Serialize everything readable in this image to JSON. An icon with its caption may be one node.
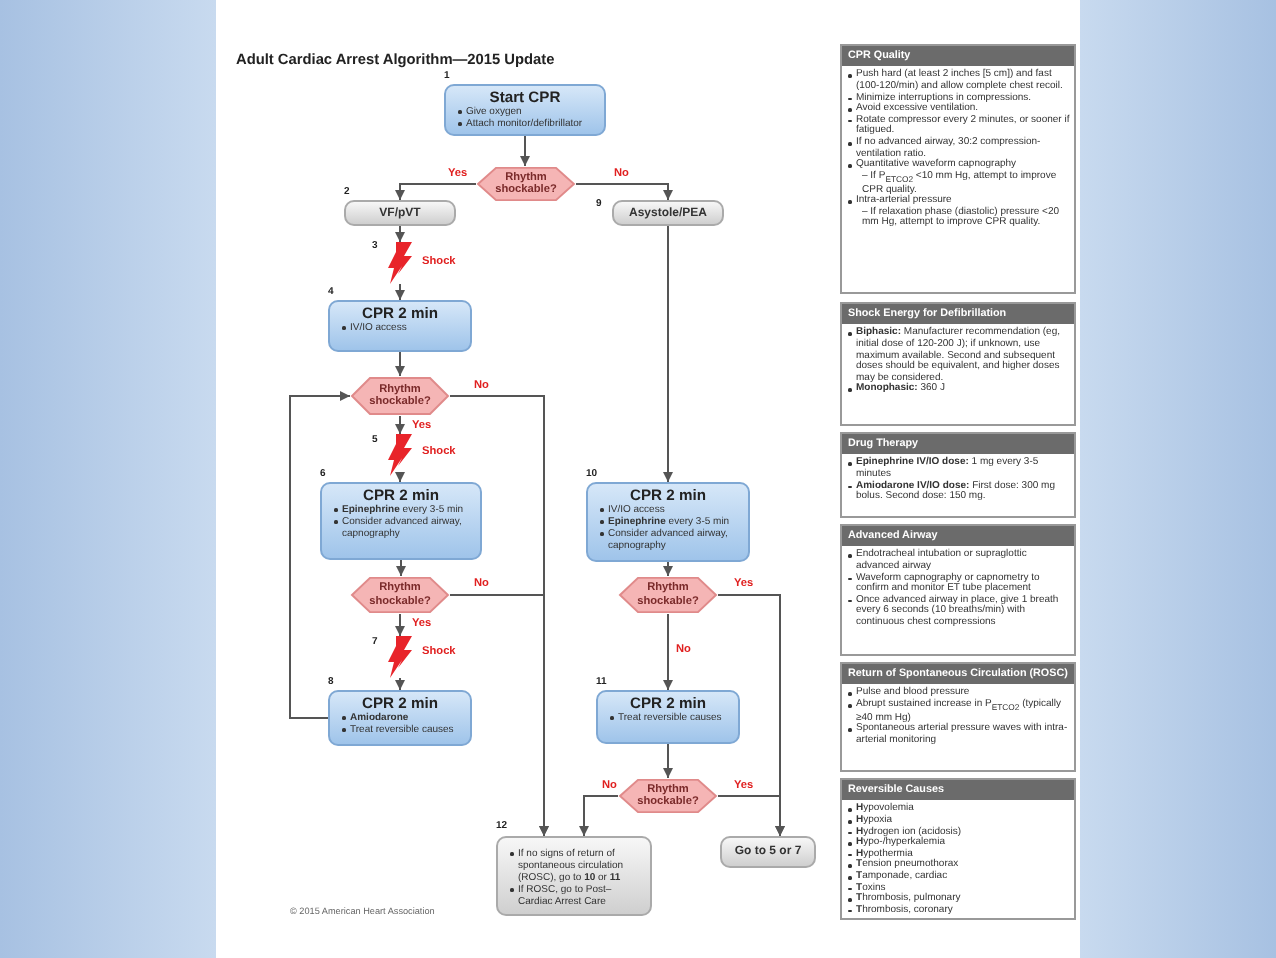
{
  "diagram": {
    "title": "Adult Cardiac Arrest Algorithm—2015 Update",
    "nodes": [
      {
        "text": [
          "Start CPR",
          "Give oxygen",
          "Attach monitor/defibrillator"
        ],
        "beside": [
          "1"
        ]
      },
      {
        "text": [
          "Rhythm shockable?"
        ]
      },
      {
        "text": [
          "VF/pVT"
        ],
        "beside": [
          "2"
        ]
      },
      {
        "text": [
          "Asystole/PEA"
        ],
        "beside": [
          "9"
        ]
      },
      {
        "text": [],
        "shape": "bolt",
        "beside": [
          "3",
          "Shock"
        ]
      },
      {
        "text": [
          "CPR 2 min",
          "IV/IO access"
        ],
        "beside": [
          "4"
        ]
      },
      {
        "text": [
          "Rhythm shockable?"
        ]
      },
      {
        "text": [],
        "shape": "bolt",
        "beside": [
          "5",
          "Shock"
        ]
      },
      {
        "text": [
          "CPR 2 min",
          "**Epinephrine** every 3-5 min",
          "Consider advanced airway, capnography"
        ],
        "beside": [
          "6"
        ]
      },
      {
        "text": [
          "Rhythm shockable?"
        ]
      },
      {
        "text": [],
        "shape": "bolt",
        "beside": [
          "7",
          "Shock"
        ]
      },
      {
        "text": [
          "CPR 2 min",
          "Amiodarone",
          "Treat reversible causes"
        ],
        "beside": [
          "8"
        ]
      },
      {
        "text": [
          "CPR 2 min",
          "IV/IO access",
          "**Epinephrine** every 3-5 min",
          "Consider advanced airway, capnography"
        ],
        "beside": [
          "10"
        ]
      },
      {
        "text": [
          "Rhythm shockable?"
        ]
      },
      {
        "text": [
          "CPR 2 min",
          "Treat reversible causes"
        ],
        "beside": [
          "11"
        ]
      },
      {
        "text": [
          "Rhythm shockable?"
        ]
      },
      {
        "text": [
          "If no signs of return of spontaneous circulation (ROSC), go to **10** or **11**",
          "If ROSC, go to Post–Cardiac Arrest Care"
        ],
        "beside": [
          "12"
        ]
      },
      {
        "text": [
          "Go to 5 or 7"
        ]
      },
      {
        "text": [
          "CPR Quality",
          "Push hard (at least 2 inches [5 cm]) and fast (100-120/min) and allow complete chest recoil.",
          "Minimize interruptions in compressions.",
          "Avoid excessive ventilation.",
          "Rotate compressor every 2 minutes, or sooner if fatigued.",
          "If no advanced airway, 30:2 compression-ventilation ratio.",
          "Quantitative waveform capnography",
          "– If P$_{ETCO2}$ <10 mm Hg, attempt to improve CPR quality.",
          "Intra-arterial pressure",
          "– If relaxation phase (diastolic) pressure <20 mm Hg, attempt to improve CPR quality."
        ]
      },
      {
        "text": [
          "Shock Energy for Defibrillation",
          "**Biphasic:** Manufacturer recommendation (eg, initial dose of 120-200 J); if unknown, use maximum available. Second and subsequent doses should be equivalent, and higher doses may be considered.",
          "**Monophasic:** 360 J"
        ]
      },
      {
        "text": [
          "Drug Therapy",
          "**Epinephrine IV/IO dose:** 1 mg every 3-5 minutes",
          "**Amiodarone IV/IO dose:** First dose: 300 mg bolus. Second dose: 150 mg."
        ]
      },
      {
        "text": [
          "Advanced Airway",
          "Endotracheal intubation or supraglottic advanced airway",
          "Waveform capnography or capnometry to confirm and monitor ET tube placement",
          "Once advanced airway in place, give 1 breath every 6 seconds (10 breaths/min) with continuous chest compressions"
        ]
      },
      {
        "text": [
          "Return of Spontaneous Circulation (ROSC)",
          "Pulse and blood pressure",
          "Abrupt sustained increase in P$_{ETCO2}$ (typically ≥40 mm Hg)",
          "Spontaneous arterial pressure waves with intra-arterial monitoring"
        ]
      },
      {
        "text": [
          "Reversible Causes",
          "**H**ypovolemia",
          "**H**ypoxia",
          "**H**ydrogen ion (acidosis)",
          "**H**ypo-/hyperkalemia",
          "**H**ypothermia",
          "**T**ension pneumothorax",
          "**T**amponade, cardiac",
          "**T**oxins",
          "**T**hrombosis, pulmonary",
          "**T**hrombosis, coronary"
        ]
      }
    ],
    "edges": [
      {
        "from": 0,
        "to": 1,
        "arrow": "to"
      },
      {
        "from": 1,
        "to": 2,
        "arrow": "to",
        "label": "Yes"
      },
      {
        "from": 1,
        "to": 3,
        "arrow": "to",
        "label": "No"
      },
      {
        "from": 2,
        "to": 4,
        "arrow": "to"
      },
      {
        "from": 4,
        "to": 5,
        "arrow": "to"
      },
      {
        "from": 5,
        "to": 6,
        "arrow": "to"
      },
      {
        "from": 6,
        "to": 7,
        "arrow": "to",
        "label": "Yes"
      },
      {
        "from": 7,
        "to": 8,
        "arrow": "to"
      },
      {
        "from": 6,
        "to": 16,
        "arrow": "to",
        "label": "No"
      },
      {
        "from": 8,
        "to": 9,
        "arrow": "to"
      },
      {
        "from": 9,
        "to": 10,
        "arrow": "to",
        "label": "Yes"
      },
      {
        "from": 10,
        "to": 11,
        "arrow": "to"
      },
      {
        "from": 9,
        "to": 16,
        "arrow": "to",
        "label": "No"
      },
      {
        "from": 11,
        "to": 6,
        "arrow": "to"
      },
      {
        "from": 3,
        "to": 12,
        "arrow": "to"
      },
      {
        "from": 12,
        "to": 13,
        "arrow": "to"
      },
      {
        "from": 13,
        "to": 17,
        "arrow": "to",
        "label": "Yes"
      },
      {
        "from": 13,
        "to": 14,
        "arrow": "to",
        "label": "No"
      },
      {
        "from": 14,
        "to": 15,
        "arrow": "to"
      },
      {
        "from": 15,
        "to": 17,
        "arrow": "to",
        "label": "Yes"
      },
      {
        "from": 15,
        "to": 16,
        "arrow": "to",
        "label": "No"
      }
    ],
    "labels": [
      "© 2015 American Heart Association"
    ]
  }
}
